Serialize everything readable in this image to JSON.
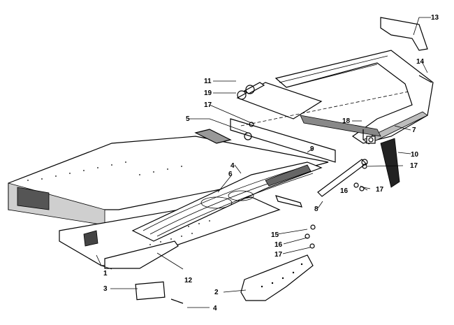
{
  "diagram": {
    "callouts": [
      {
        "id": "c1",
        "text": "1"
      },
      {
        "id": "c2",
        "text": "2"
      },
      {
        "id": "c3",
        "text": "3"
      },
      {
        "id": "c4a",
        "text": "4"
      },
      {
        "id": "c4b",
        "text": "4"
      },
      {
        "id": "c5",
        "text": "5"
      },
      {
        "id": "c6",
        "text": "6"
      },
      {
        "id": "c7",
        "text": "7"
      },
      {
        "id": "c8",
        "text": "8"
      },
      {
        "id": "c9",
        "text": "9"
      },
      {
        "id": "c10",
        "text": "10"
      },
      {
        "id": "c11",
        "text": "11"
      },
      {
        "id": "c12",
        "text": "12"
      },
      {
        "id": "c13",
        "text": "13"
      },
      {
        "id": "c14",
        "text": "14"
      },
      {
        "id": "c15",
        "text": "15"
      },
      {
        "id": "c16a",
        "text": "16"
      },
      {
        "id": "c16b",
        "text": "16"
      },
      {
        "id": "c17a",
        "text": "17"
      },
      {
        "id": "c17b",
        "text": "17"
      },
      {
        "id": "c17c",
        "text": "17"
      },
      {
        "id": "c17d",
        "text": "17"
      },
      {
        "id": "c18",
        "text": "18"
      },
      {
        "id": "c19",
        "text": "19"
      }
    ]
  }
}
